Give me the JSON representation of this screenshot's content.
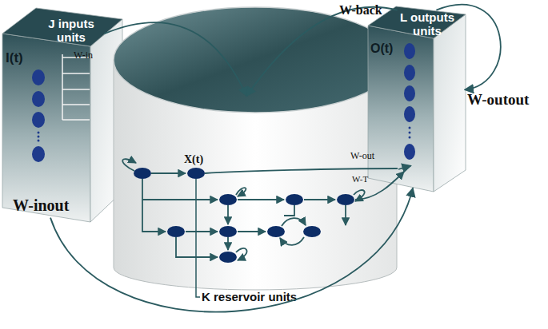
{
  "diagram": {
    "nodes": [
      {
        "text": [
          "J inputs units",
          "I(t)"
        ]
      },
      {
        "text": [
          "K reservoir units"
        ]
      },
      {
        "text": [
          "L outputs units",
          "O(t)"
        ]
      }
    ],
    "edges": [
      {
        "from": 0,
        "to": 1,
        "label": "W-in",
        "arrow": "to"
      },
      {
        "from": 2,
        "to": 1,
        "label": "W-back",
        "arrow": "to"
      },
      {
        "from": 1,
        "to": 2,
        "label": "W-out",
        "arrow": "to"
      },
      {
        "from": 0,
        "to": 2,
        "label": "W-inout",
        "arrow": "to"
      },
      {
        "from": 2,
        "to": 2,
        "label": "W-outout",
        "arrow": "to"
      }
    ],
    "labels": [
      "X(t)",
      "W-T"
    ]
  }
}
